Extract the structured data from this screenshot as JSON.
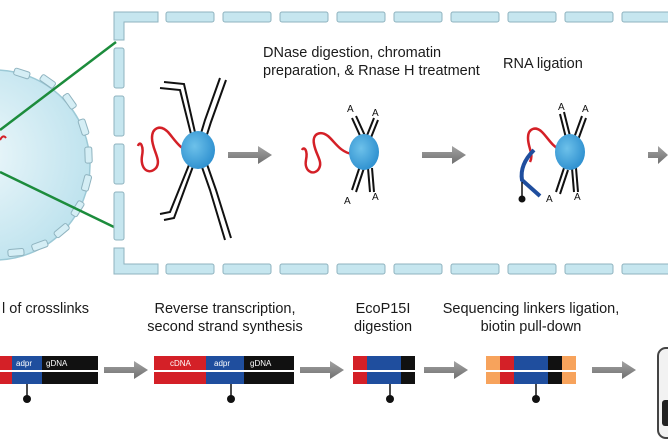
{
  "steps": {
    "dnase": {
      "line1": "DNase digestion, chromatin",
      "line2": "preparation, & Rnase H treatment"
    },
    "rna_ligation": {
      "label": "RNA ligation"
    },
    "reversal": {
      "label": "l of crosslinks"
    },
    "reverse_transcription": {
      "line1": "Reverse transcription,",
      "line2": "second strand synthesis"
    },
    "ecop15i": {
      "line1": "EcoP15I",
      "line2": "digestion"
    },
    "sequencing": {
      "line1": "Sequencing linkers ligation,",
      "line2": "biotin pull-down"
    }
  },
  "segments": {
    "adpr": "adpr",
    "gdna": "gDNA",
    "cdna": "cDNA"
  },
  "ends": {
    "a": "A"
  },
  "colors": {
    "rna_red": "#d42027",
    "adaptor_blue": "#1f4e9e",
    "protein_blue": "#3aa0dc",
    "dna_black": "#111111",
    "linker_orange": "#f7a35c",
    "arrow_gray": "#8a8a8a",
    "frame_cyan": "#c6e6ef",
    "frame_border": "#8fb3bf",
    "crosslink_green": "#1c8c3c",
    "nucleus_light": "#d9f0f7"
  }
}
